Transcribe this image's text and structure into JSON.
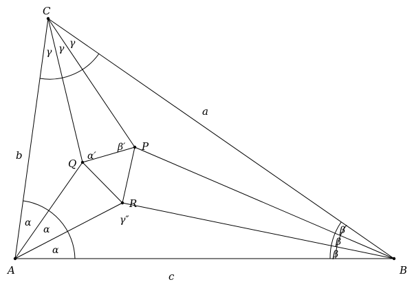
{
  "vertices": {
    "A": "A",
    "B": "B",
    "C": "C"
  },
  "points": {
    "P": "P",
    "Q": "Q",
    "R": "R"
  },
  "sides": {
    "a": "a",
    "b": "b",
    "c": "c"
  },
  "angles": {
    "alpha": "α",
    "beta": "β",
    "gamma": "γ",
    "alpha_prime": "α′",
    "beta_prime": "β′",
    "gamma_double_prime": "γ″"
  }
}
